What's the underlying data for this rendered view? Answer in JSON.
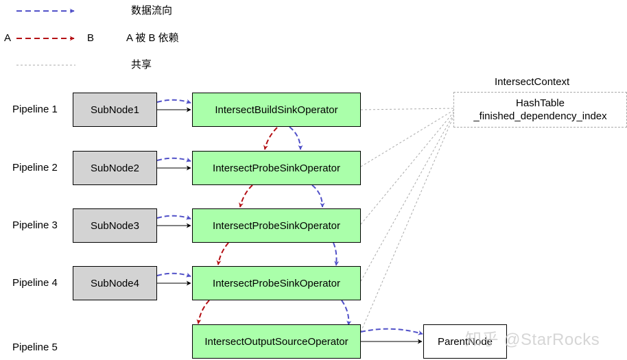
{
  "legend": {
    "data_flow": "数据流向",
    "dependency_a": "A",
    "dependency_b": "B",
    "dependency_text": "A 被 B 依赖",
    "shared": "共享"
  },
  "pipelines": [
    {
      "label": "Pipeline 1",
      "subnode": "SubNode1",
      "operator": "IntersectBuildSinkOperator"
    },
    {
      "label": "Pipeline 2",
      "subnode": "SubNode2",
      "operator": "IntersectProbeSinkOperator"
    },
    {
      "label": "Pipeline 3",
      "subnode": "SubNode3",
      "operator": "IntersectProbeSinkOperator"
    },
    {
      "label": "Pipeline 4",
      "subnode": "SubNode4",
      "operator": "IntersectProbeSinkOperator"
    },
    {
      "label": "Pipeline 5",
      "operator": "IntersectOutputSourceOperator"
    }
  ],
  "context": {
    "title": "IntersectContext",
    "line1": "HashTable",
    "line2": "_finished_dependency_index"
  },
  "parent_node": "ParentNode",
  "watermark": "知乎 @StarRocks",
  "colors": {
    "data_flow": "#5050c8",
    "dependency": "#b40f14",
    "shared": "#aaaaaa",
    "subnode_fill": "#d3d3d3",
    "operator_fill": "#aaffaa"
  }
}
